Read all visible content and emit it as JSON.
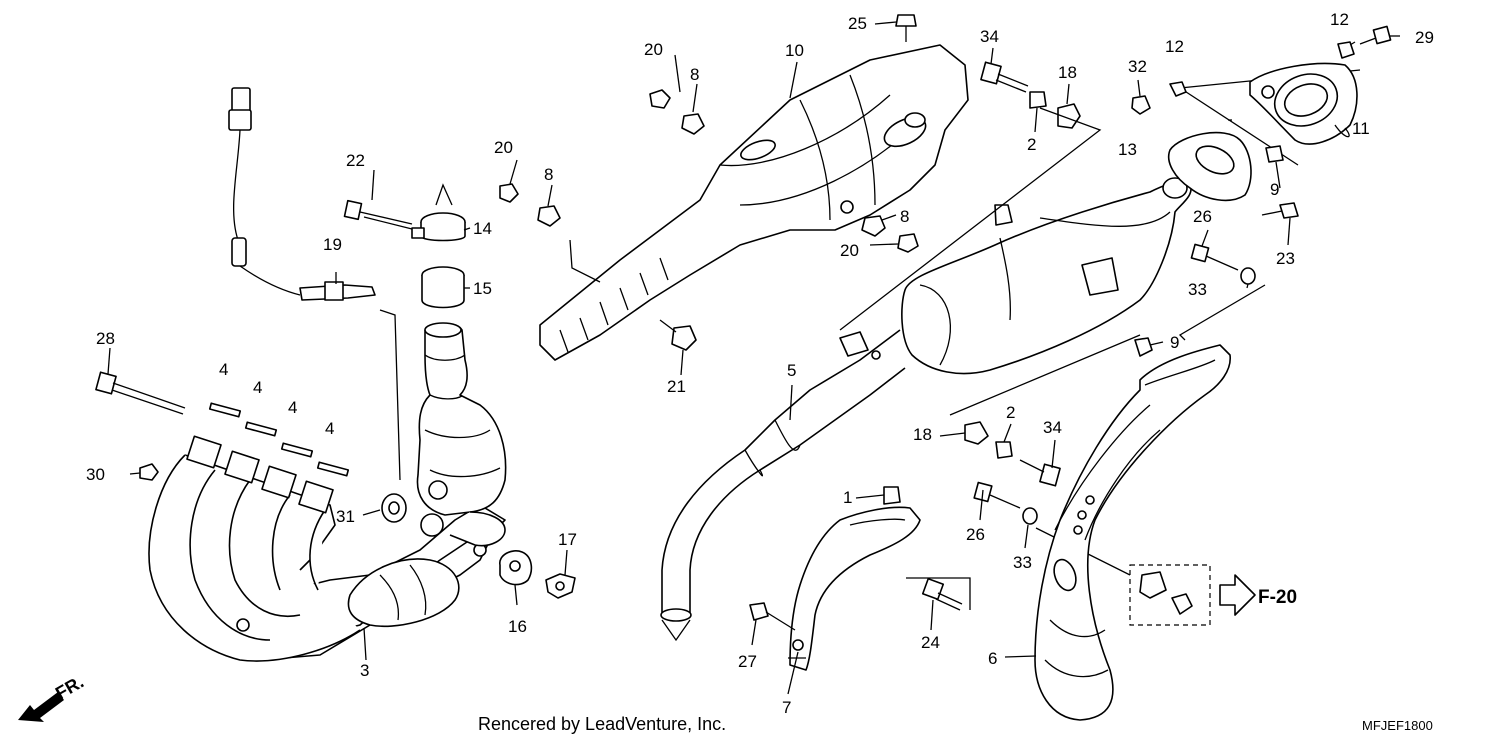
{
  "diagram": {
    "callouts": [
      {
        "id": "c20a",
        "text": "20"
      },
      {
        "id": "c8a",
        "text": "8"
      },
      {
        "id": "c10",
        "text": "10"
      },
      {
        "id": "c25",
        "text": "25"
      },
      {
        "id": "c34a",
        "text": "34"
      },
      {
        "id": "c18a",
        "text": "18"
      },
      {
        "id": "c2a",
        "text": "2"
      },
      {
        "id": "c32",
        "text": "32"
      },
      {
        "id": "c12a",
        "text": "12"
      },
      {
        "id": "c12b",
        "text": "12"
      },
      {
        "id": "c29",
        "text": "29"
      },
      {
        "id": "c11",
        "text": "11"
      },
      {
        "id": "c13",
        "text": "13"
      },
      {
        "id": "c9a",
        "text": "9"
      },
      {
        "id": "c23",
        "text": "23"
      },
      {
        "id": "c26a",
        "text": "26"
      },
      {
        "id": "c33a",
        "text": "33"
      },
      {
        "id": "c22",
        "text": "22"
      },
      {
        "id": "c14",
        "text": "14"
      },
      {
        "id": "c15",
        "text": "15"
      },
      {
        "id": "c19",
        "text": "19"
      },
      {
        "id": "c20b",
        "text": "20"
      },
      {
        "id": "c8b",
        "text": "8"
      },
      {
        "id": "c8c",
        "text": "8"
      },
      {
        "id": "c20c",
        "text": "20"
      },
      {
        "id": "c21",
        "text": "21"
      },
      {
        "id": "c28",
        "text": "28"
      },
      {
        "id": "c4a",
        "text": "4"
      },
      {
        "id": "c4b",
        "text": "4"
      },
      {
        "id": "c4c",
        "text": "4"
      },
      {
        "id": "c4d",
        "text": "4"
      },
      {
        "id": "c30",
        "text": "30"
      },
      {
        "id": "c31",
        "text": "31"
      },
      {
        "id": "c17",
        "text": "17"
      },
      {
        "id": "c16",
        "text": "16"
      },
      {
        "id": "c3",
        "text": "3"
      },
      {
        "id": "c5",
        "text": "5"
      },
      {
        "id": "c9b",
        "text": "9"
      },
      {
        "id": "c18b",
        "text": "18"
      },
      {
        "id": "c2b",
        "text": "2"
      },
      {
        "id": "c34b",
        "text": "34"
      },
      {
        "id": "c1",
        "text": "1"
      },
      {
        "id": "c26b",
        "text": "26"
      },
      {
        "id": "c33b",
        "text": "33"
      },
      {
        "id": "c24",
        "text": "24"
      },
      {
        "id": "c27",
        "text": "27"
      },
      {
        "id": "c7",
        "text": "7"
      },
      {
        "id": "c6",
        "text": "6"
      }
    ],
    "ref_label": "F-20",
    "direction_label": "FR.",
    "credit": "Rencered by LeadVenture, Inc.",
    "code": "MFJEF1800"
  }
}
